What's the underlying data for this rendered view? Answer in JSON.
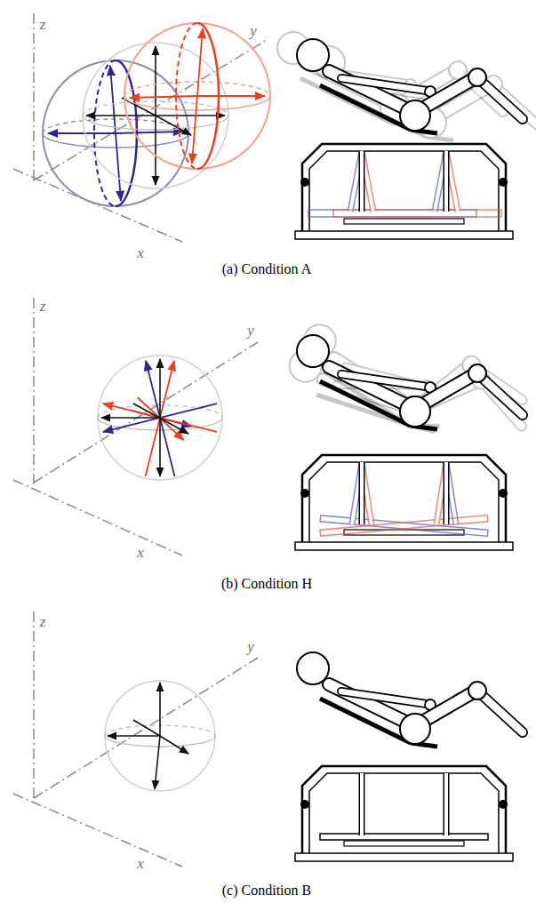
{
  "diagram": {
    "labels": [
      "z",
      "y",
      "x",
      "(a) Condition A",
      "z",
      "y",
      "x",
      "(b) Condition H",
      "z",
      "y",
      "x",
      "(c) Condition B"
    ]
  }
}
